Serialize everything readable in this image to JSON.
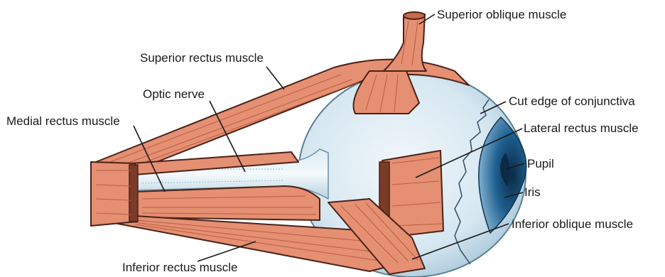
{
  "labels": {
    "superior_oblique": "Superior oblique muscle",
    "superior_rectus": "Superior rectus muscle",
    "optic_nerve": "Optic nerve",
    "cut_edge": "Cut edge of conjunctiva",
    "medial_rectus": "Medial rectus muscle",
    "lateral_rectus": "Lateral rectus muscle",
    "pupil": "Pupil",
    "iris": "Iris",
    "inferior_oblique": "Inferior oblique muscle",
    "inferior_rectus": "Inferior rectus muscle"
  },
  "colors": {
    "muscle": "#e58f73",
    "muscle_outline": "#4a2318",
    "sclera": "#d4e6f0",
    "iris": "#1f5f8f",
    "pupil": "#0b2a45",
    "nerve": "#cfe1ea"
  }
}
